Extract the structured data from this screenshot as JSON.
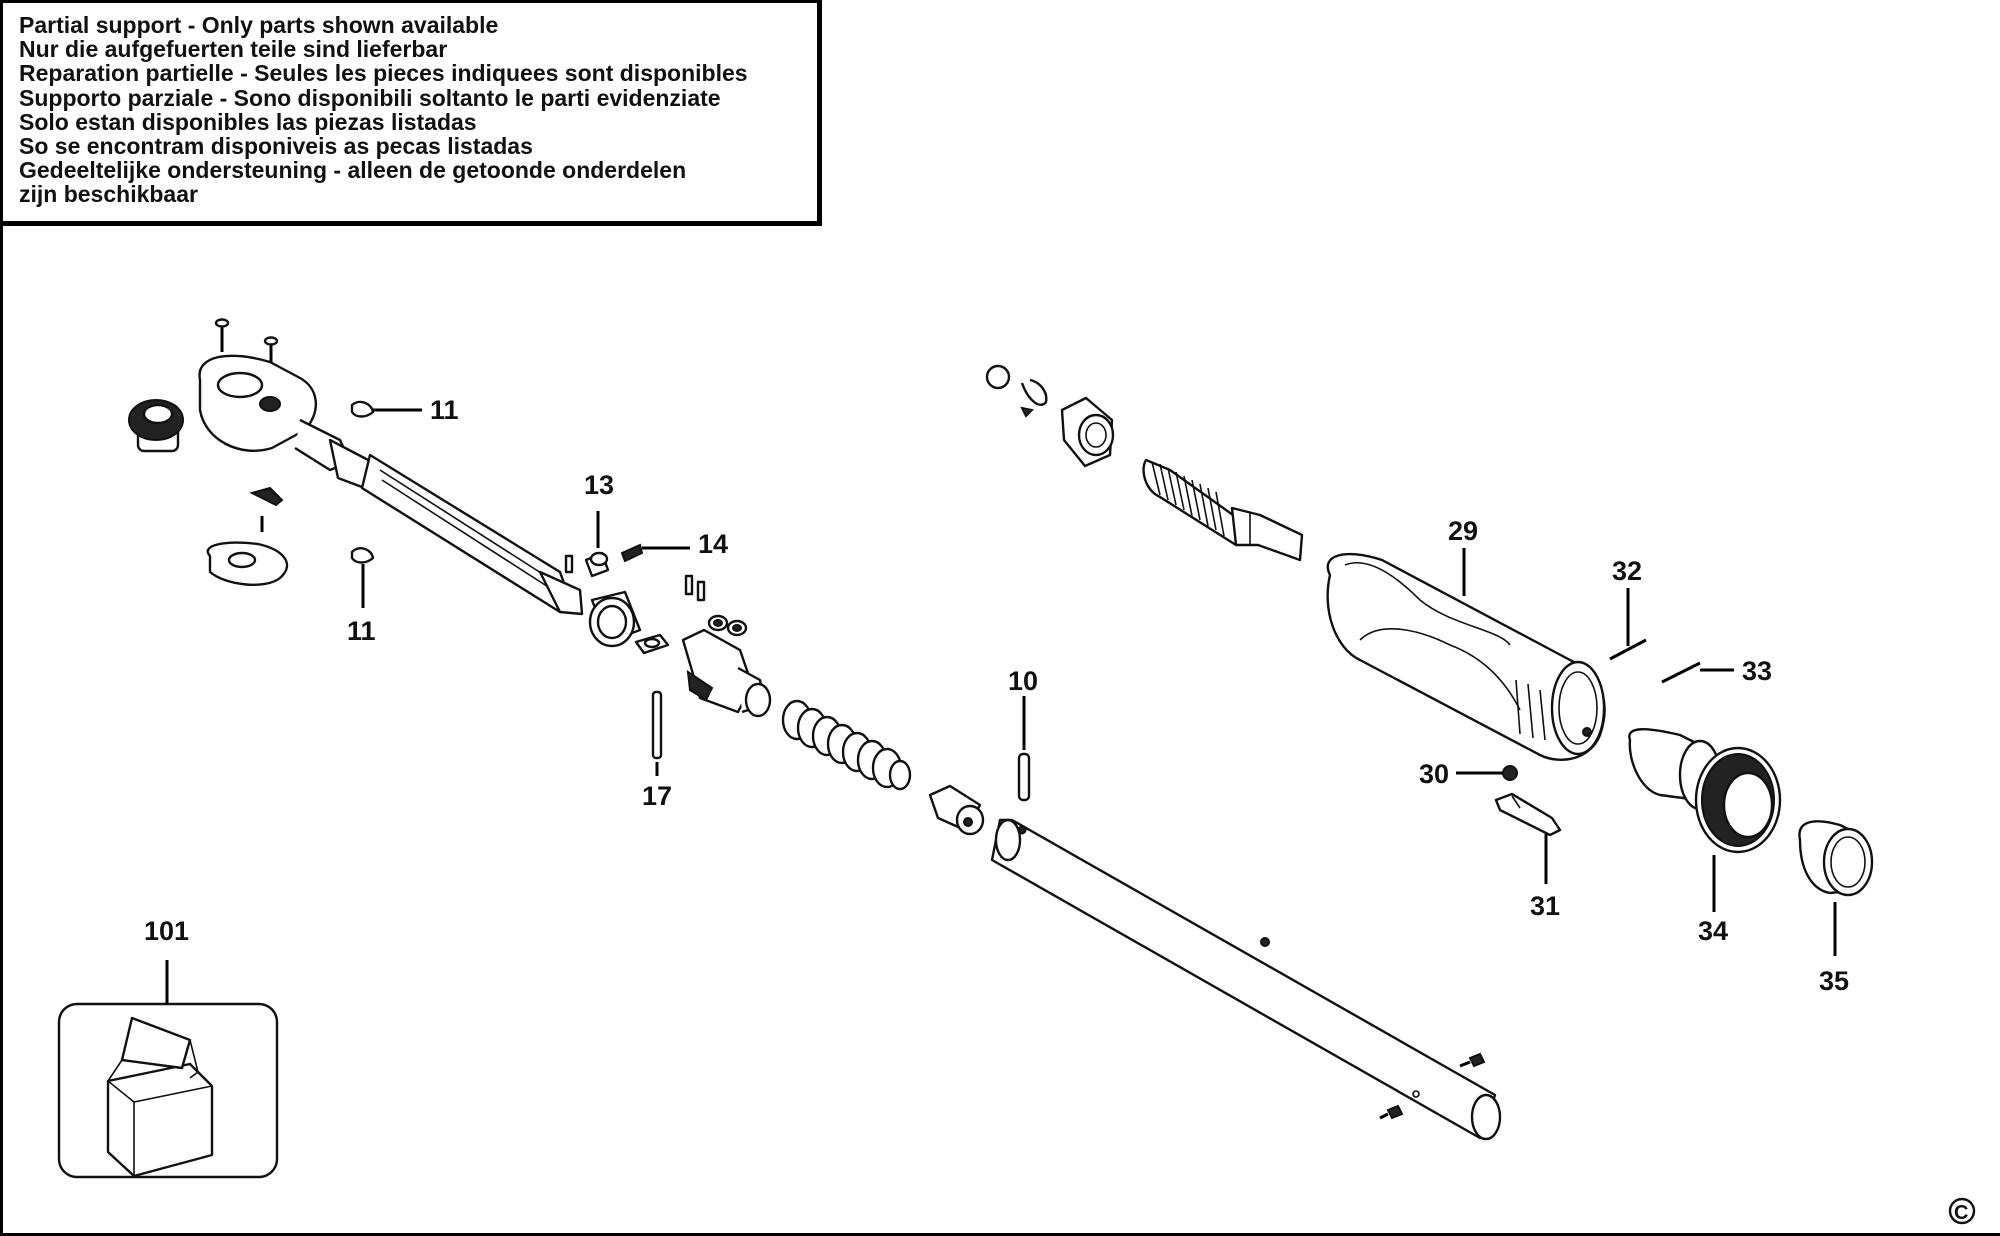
{
  "notice": {
    "lines": [
      "Partial support - Only parts shown available",
      "Nur die aufgefuerten teile sind lieferbar",
      "Reparation partielle - Seules les pieces indiquees sont disponibles",
      "Supporto parziale - Sono disponibili soltanto le parti evidenziate",
      "Solo estan disponibles las piezas listadas",
      "So se encontram disponiveis as pecas listadas",
      "Gedeeltelijke ondersteuning - alleen de getoonde onderdelen",
      "zijn beschikbaar"
    ]
  },
  "callouts": {
    "p11a": "11",
    "p11b": "11",
    "p13": "13",
    "p14": "14",
    "p17": "17",
    "p10": "10",
    "p29": "29",
    "p32": "32",
    "p33": "33",
    "p30": "30",
    "p31": "31",
    "p34": "34",
    "p35": "35",
    "p101": "101"
  },
  "copyright_symbol": "C"
}
